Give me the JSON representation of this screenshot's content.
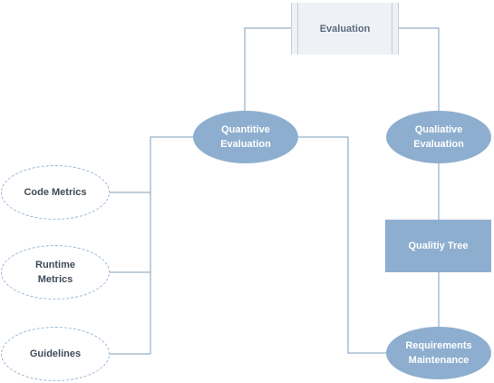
{
  "nodes": {
    "evaluation": "Evaluation",
    "quantitive": "Quantitive\nEvaluation",
    "qualiative": "Qualiative\nEvaluation",
    "code_metrics": "Code Metrics",
    "runtime_metrics": "Runtime\nMetrics",
    "guidelines": "Guidelines",
    "quality_tree": "Qualitiy Tree",
    "requirements": "Requirements\nMaintenance"
  },
  "colors": {
    "node_fill": "#8eaecf",
    "connector": "#7f9db9",
    "dashed_border": "#9bb7d4",
    "header_fill": "#eef1f5"
  }
}
